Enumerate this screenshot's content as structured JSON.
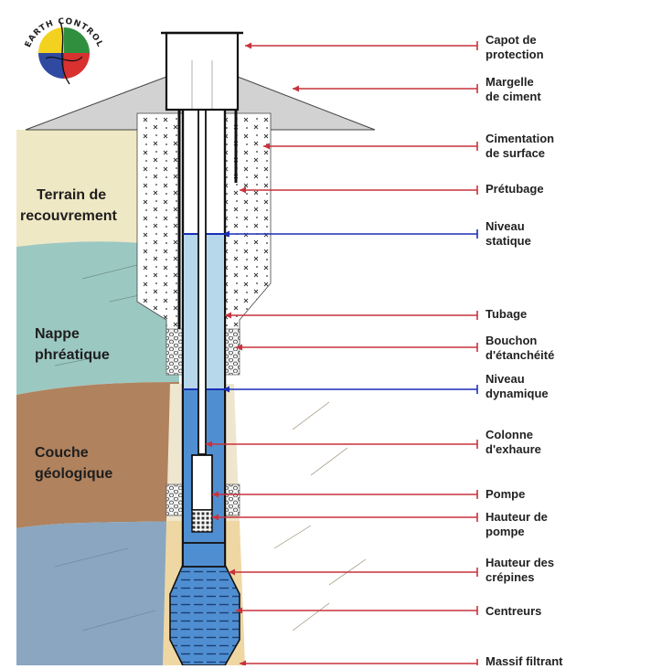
{
  "logo": {
    "text": "EARTH CONTROL"
  },
  "layers": {
    "recouvrement": [
      "Terrain de",
      "recouvrement"
    ],
    "nappe": [
      "Nappe",
      "phréatique"
    ],
    "couche": [
      "Couche",
      "géologique"
    ]
  },
  "labels": [
    {
      "id": "capot",
      "lines": [
        "Capot de",
        "protection"
      ]
    },
    {
      "id": "margelle",
      "lines": [
        "Margelle",
        "de ciment"
      ]
    },
    {
      "id": "cimentation",
      "lines": [
        "Cimentation",
        "de surface"
      ]
    },
    {
      "id": "pretubage",
      "lines": [
        "Prétubage"
      ]
    },
    {
      "id": "niveau-statique",
      "lines": [
        "Niveau",
        "statique"
      ]
    },
    {
      "id": "tubage",
      "lines": [
        "Tubage"
      ]
    },
    {
      "id": "bouchon",
      "lines": [
        "Bouchon",
        "d'étanchéité"
      ]
    },
    {
      "id": "niveau-dynamique",
      "lines": [
        "Niveau",
        "dynamique"
      ]
    },
    {
      "id": "colonne",
      "lines": [
        "Colonne",
        "d'exhaure"
      ]
    },
    {
      "id": "pompe",
      "lines": [
        "Pompe"
      ]
    },
    {
      "id": "hauteur-pompe",
      "lines": [
        "Hauteur de",
        "pompe"
      ]
    },
    {
      "id": "hauteur-crepines",
      "lines": [
        "Hauteur des",
        "crépines"
      ]
    },
    {
      "id": "centreurs",
      "lines": [
        "Centreurs"
      ]
    },
    {
      "id": "massif",
      "lines": [
        "Massif filtrant"
      ]
    }
  ],
  "colors": {
    "leader_red": "#c8323c",
    "leader_blue": "#1a2fb8",
    "recouvrement": "#efe8c4",
    "nappe": "#9cc8c2",
    "couche": "#b0825e",
    "roche": "#8aa6c0",
    "water_static": "#b6d8ea",
    "water_dynamic": "#4f8fd1",
    "sand": "#efd7a4"
  }
}
